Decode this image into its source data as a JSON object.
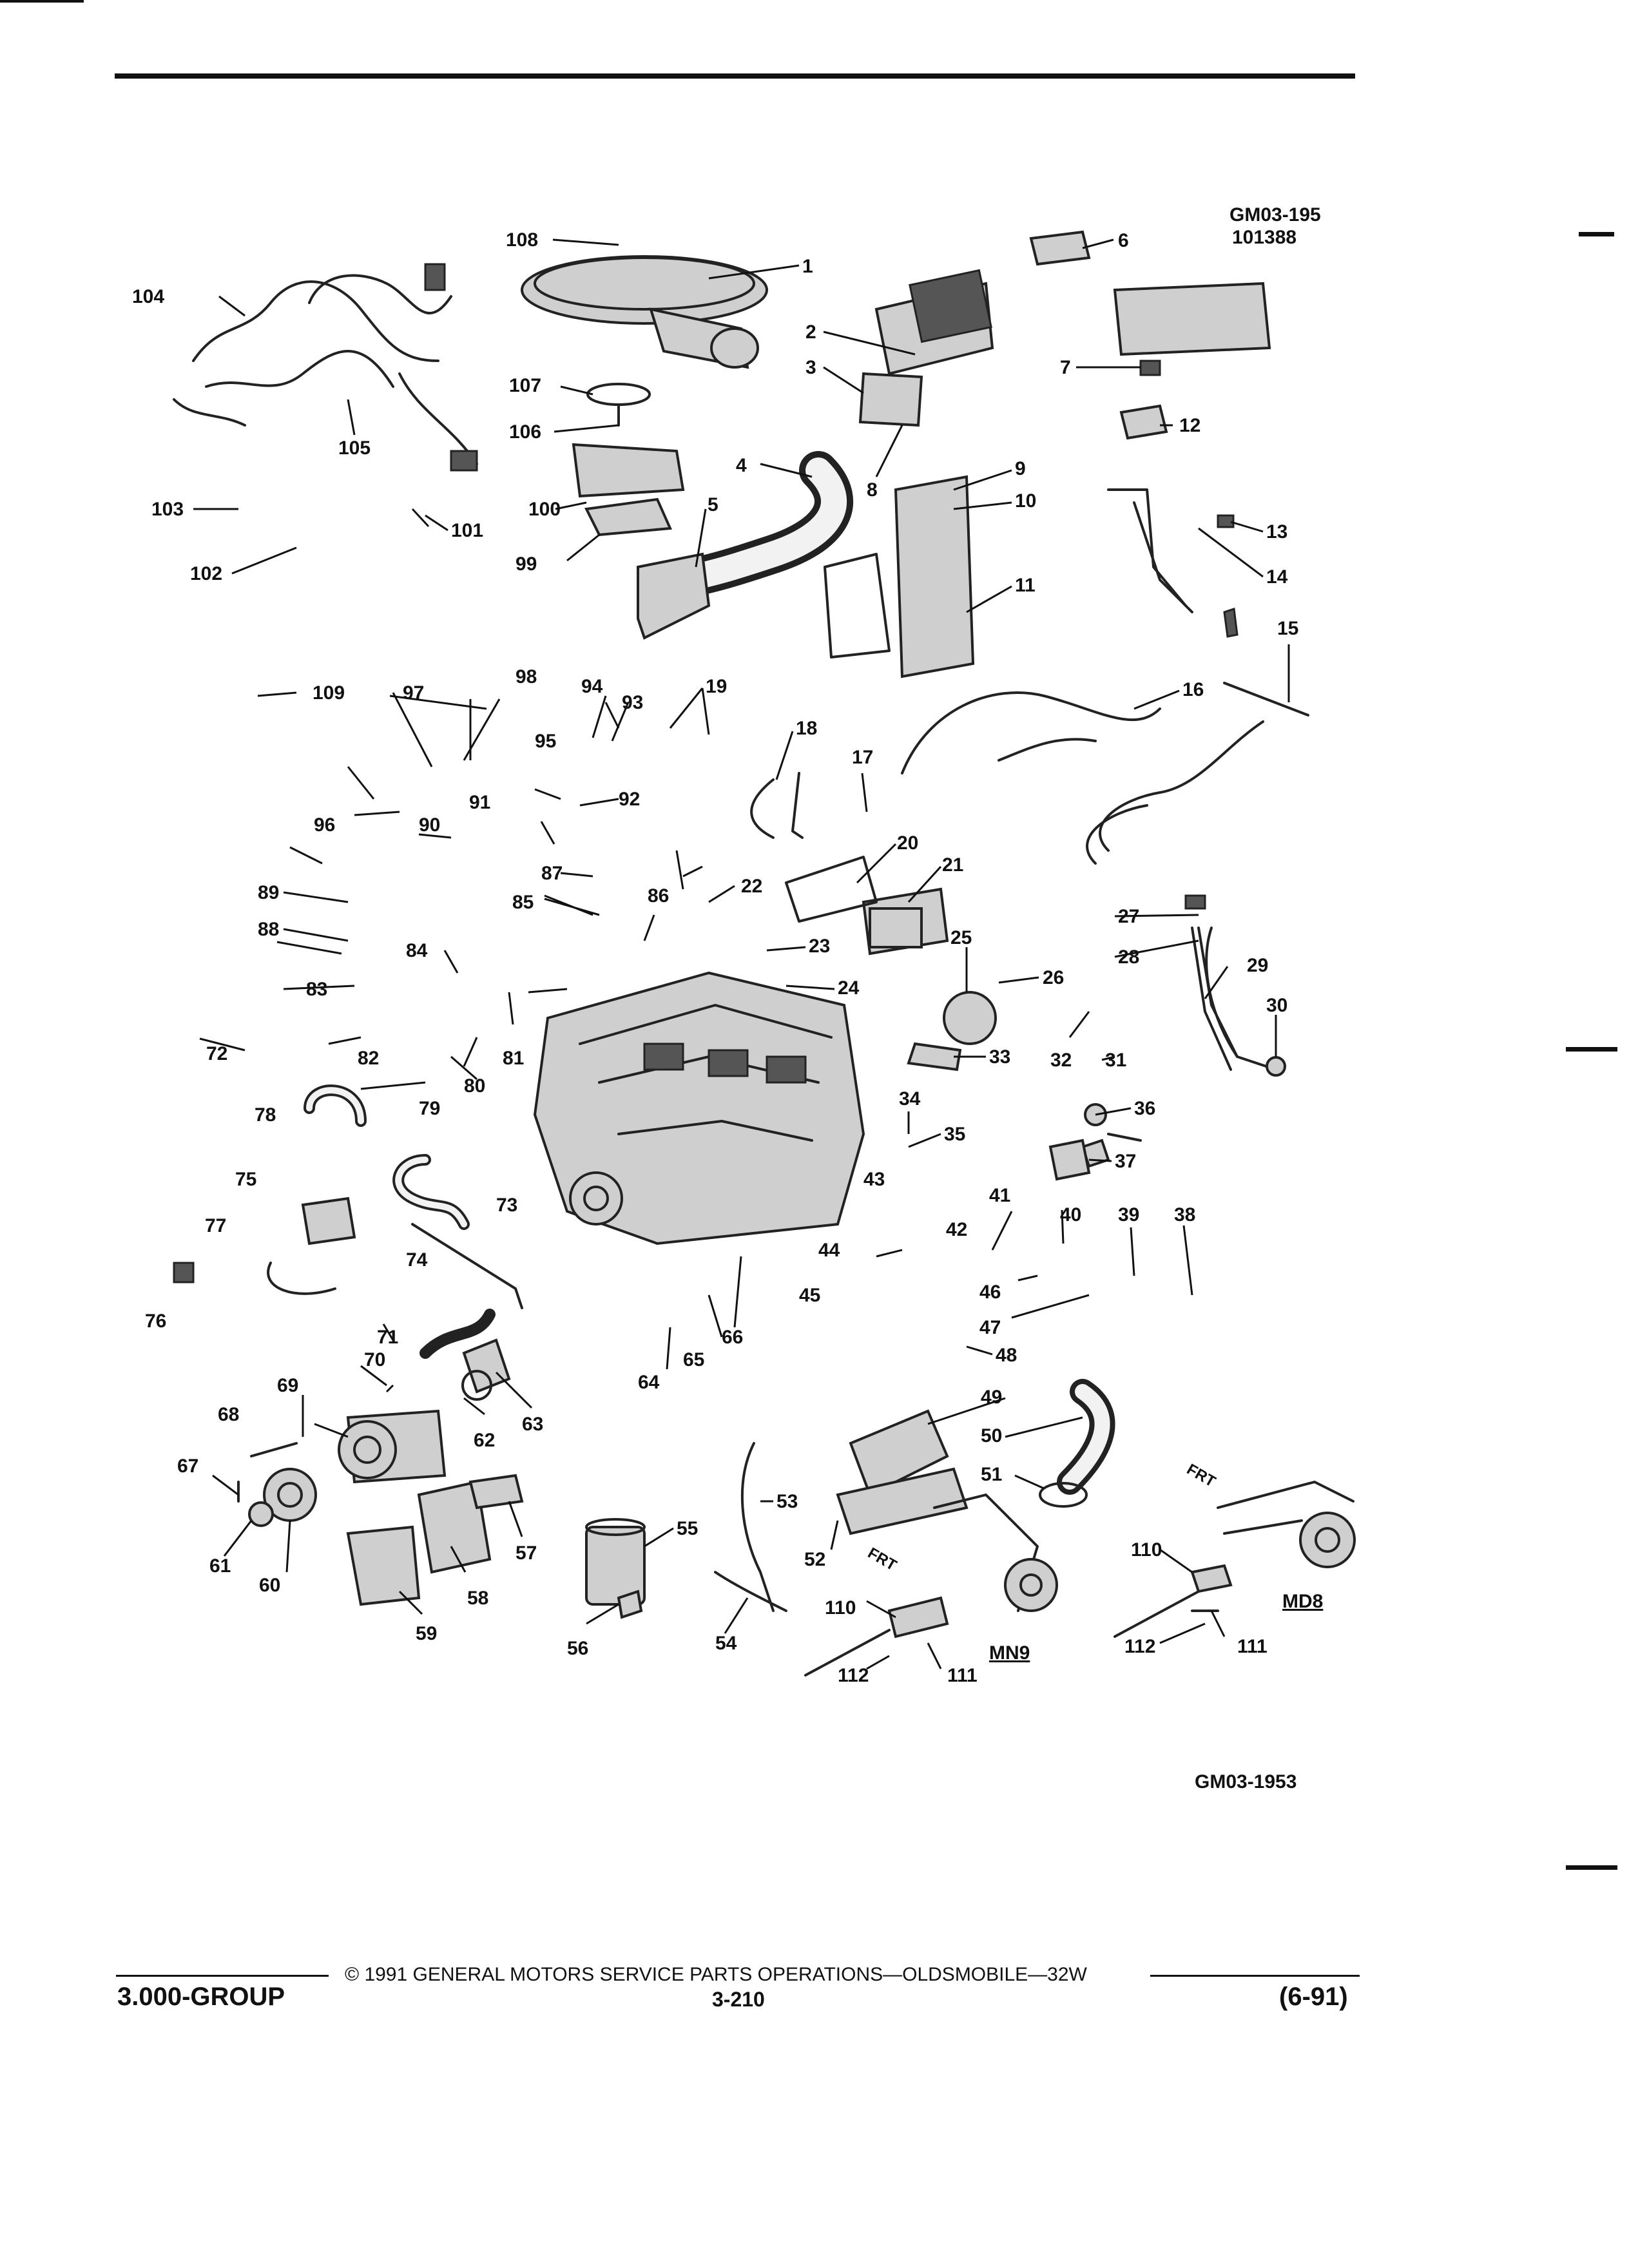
{
  "drawing_ids": {
    "top_id": "GM03-195",
    "top_number": "101388",
    "bottom_id": "GM03-1953"
  },
  "callouts": {
    "c1": "1",
    "c2": "2",
    "c3": "3",
    "c4": "4",
    "c5": "5",
    "c6": "6",
    "c7": "7",
    "c8": "8",
    "c9": "9",
    "c10": "10",
    "c11": "11",
    "c12": "12",
    "c13": "13",
    "c14": "14",
    "c15": "15",
    "c16": "16",
    "c17": "17",
    "c18": "18",
    "c19": "19",
    "c20": "20",
    "c21": "21",
    "c22": "22",
    "c23": "23",
    "c24": "24",
    "c25": "25",
    "c26": "26",
    "c27": "27",
    "c28": "28",
    "c29": "29",
    "c30": "30",
    "c31": "31",
    "c32": "32",
    "c33": "33",
    "c34": "34",
    "c35": "35",
    "c36": "36",
    "c37": "37",
    "c38": "38",
    "c39": "39",
    "c40": "40",
    "c41": "41",
    "c42": "42",
    "c43": "43",
    "c44": "44",
    "c45": "45",
    "c46": "46",
    "c47": "47",
    "c48": "48",
    "c49": "49",
    "c50": "50",
    "c51": "51",
    "c52": "52",
    "c53": "53",
    "c54": "54",
    "c55": "55",
    "c56": "56",
    "c57": "57",
    "c58": "58",
    "c59": "59",
    "c60": "60",
    "c61": "61",
    "c62": "62",
    "c63": "63",
    "c64": "64",
    "c65": "65",
    "c66": "66",
    "c67": "67",
    "c68": "68",
    "c69": "69",
    "c70": "70",
    "c71": "71",
    "c72": "72",
    "c73": "73",
    "c74": "74",
    "c75": "75",
    "c76": "76",
    "c77": "77",
    "c78": "78",
    "c79": "79",
    "c80": "80",
    "c81": "81",
    "c82": "82",
    "c83": "83",
    "c84": "84",
    "c85": "85",
    "c86": "86",
    "c87": "87",
    "c88": "88",
    "c89": "89",
    "c90": "90",
    "c91": "91",
    "c92": "92",
    "c93": "93",
    "c94": "94",
    "c95": "95",
    "c96": "96",
    "c97": "97",
    "c98": "98",
    "c99": "99",
    "c100": "100",
    "c101": "101",
    "c102": "102",
    "c103": "103",
    "c104": "104",
    "c105": "105",
    "c106": "106",
    "c107": "107",
    "c108": "108",
    "c109": "109",
    "c110": "110",
    "c111": "111",
    "c112": "112"
  },
  "variant_labels": {
    "mn9": "MN9",
    "md8": "MD8",
    "front_arrow": "FRT"
  },
  "footer": {
    "copyright": "© 1991 GENERAL MOTORS SERVICE PARTS OPERATIONS—OLDSMOBILE—32W",
    "group": "3.000-GROUP",
    "page": "3-210",
    "date": "(6-91)"
  }
}
